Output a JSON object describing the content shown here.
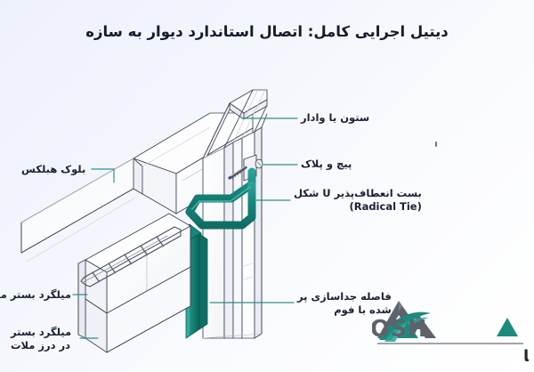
{
  "page": {
    "title": "دیتیل اجرایی کامل: اتصال استاندارد دیوار به سازه",
    "background_from": "#eef1fc",
    "background_to": "#ffffff",
    "title_color": "#15192b",
    "accent_color": "#1b8b7e",
    "leader_color": "#2f8f88",
    "line_color": "#3c4354"
  },
  "labels": {
    "column": {
      "text": "ستون یا وادار",
      "position": "right-top"
    },
    "screw_plate": {
      "text": "پیچ و پلاک",
      "position": "right-middle"
    },
    "flexible_tie": {
      "text": "بست انعطاف‌پذیر U شکل",
      "subtext": "(Radical Tie)",
      "position": "right-middle-lower"
    },
    "foam_gap": {
      "line1": "فاصله جداسازی پر",
      "line2": "شده با فوم",
      "position": "right-bottom"
    },
    "hebelex_block": {
      "line1": "بلوک هبلکس",
      "position": "left-top"
    },
    "mortar_bed_rebar": {
      "text": "میلگرد بستر ملات",
      "position": "left-bottom"
    },
    "mortar_joint_rebar": {
      "line1": "میلگرد بستر",
      "line2": "در درز ملات",
      "position": "left-bottom-lower"
    }
  },
  "logo": {
    "wordmark": "ROOSHA",
    "tagline": "سازه بستر آروشا",
    "mark_dark": "#5a5f68",
    "mark_teal": "#1b8b7e"
  },
  "diagram": {
    "components": [
      "steel-i-beam-column",
      "hebelex-block-wall",
      "u-shaped-flexible-tie",
      "screw-and-plate",
      "ladder-mesh-bed-joint-reinforcement",
      "foam-filled-separation-gap"
    ]
  }
}
